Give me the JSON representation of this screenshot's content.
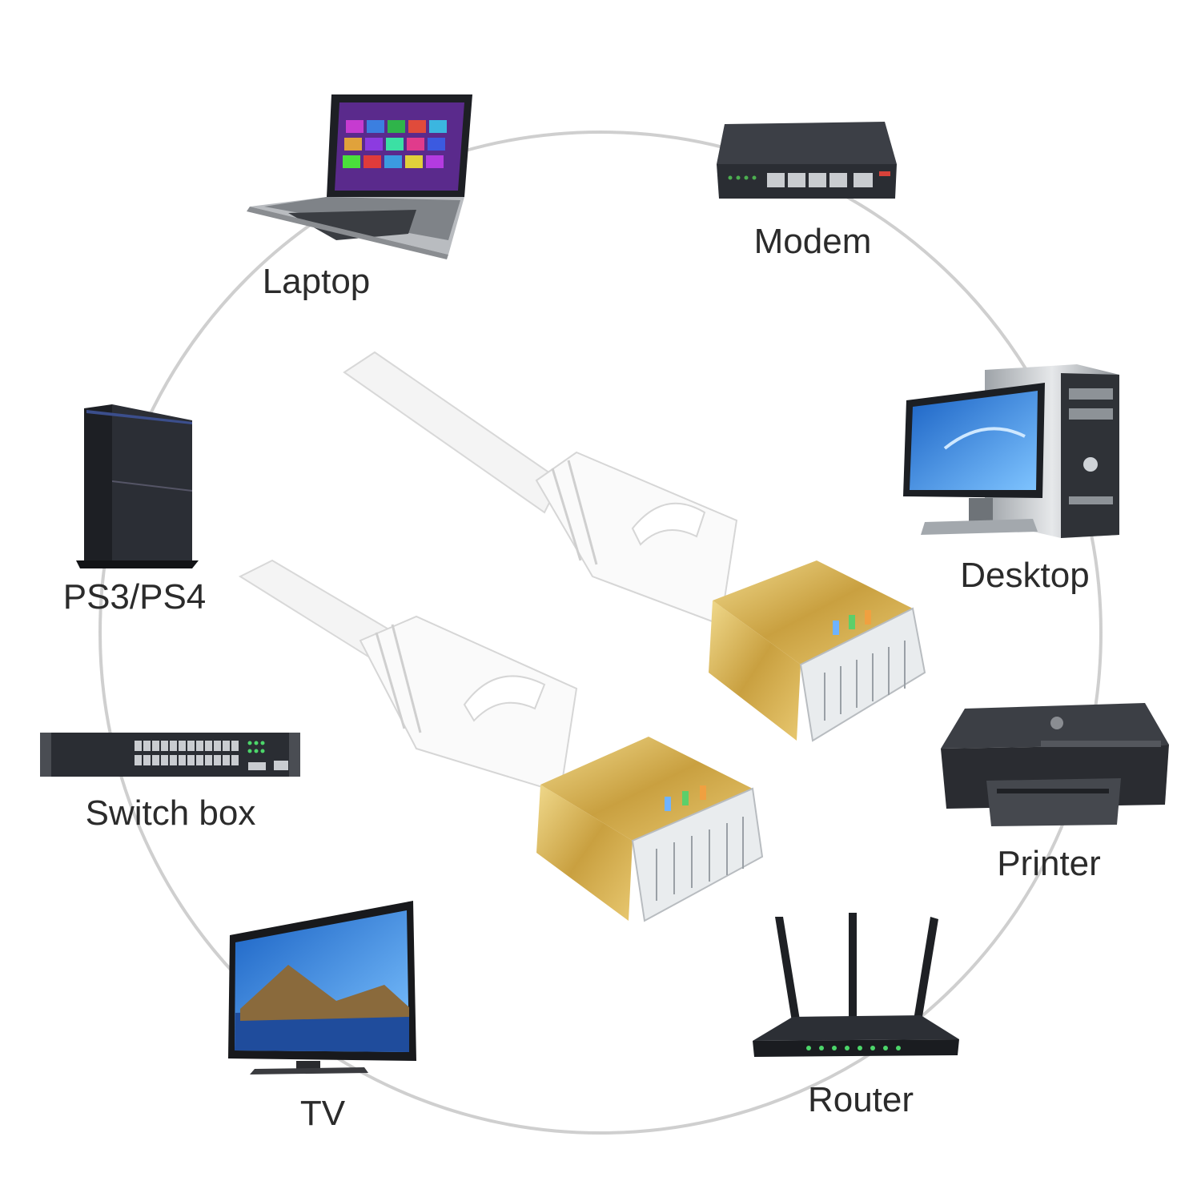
{
  "devices": [
    {
      "id": "laptop",
      "label": "Laptop",
      "icon": "laptop-icon"
    },
    {
      "id": "modem",
      "label": "Modem",
      "icon": "modem-icon"
    },
    {
      "id": "desktop",
      "label": "Desktop",
      "icon": "desktop-computer-icon"
    },
    {
      "id": "printer",
      "label": "Printer",
      "icon": "printer-icon"
    },
    {
      "id": "router",
      "label": "Router",
      "icon": "router-icon"
    },
    {
      "id": "tv",
      "label": "TV",
      "icon": "tv-icon"
    },
    {
      "id": "switch",
      "label": "Switch box",
      "icon": "switch-box-icon"
    },
    {
      "id": "console",
      "label": "PS3/PS4",
      "icon": "game-console-icon"
    }
  ],
  "center": {
    "icon": "ethernet-cable-icon"
  },
  "colors": {
    "ring": "#c9c9c9",
    "label": "#2b2b2b",
    "plug_gold": "#d8b55a",
    "cable": "#f4f4f4",
    "device_dark": "#2a2d33"
  }
}
